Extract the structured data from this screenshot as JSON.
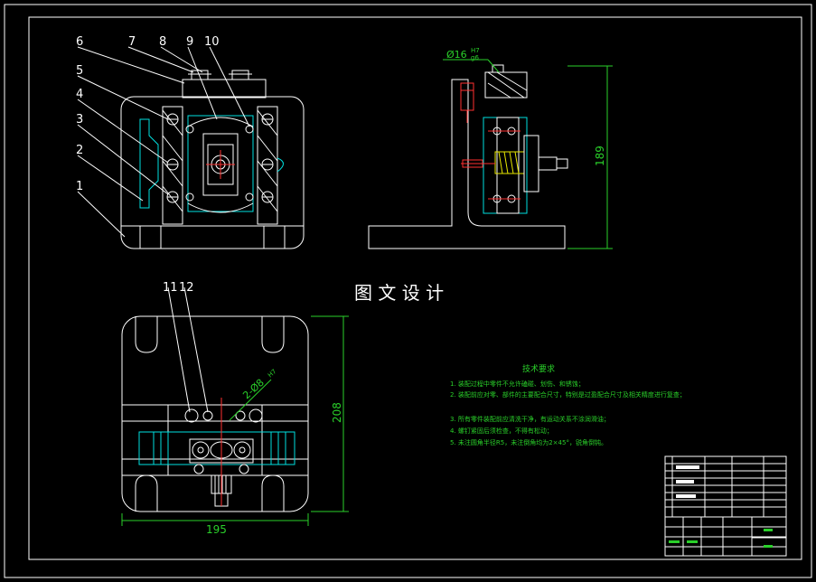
{
  "title_overlay": "图 文 设 计",
  "part_labels": {
    "p1": "1",
    "p2": "2",
    "p3": "3",
    "p4": "4",
    "p5": "5",
    "p6": "6",
    "p7": "7",
    "p8": "8",
    "p9": "9",
    "p10": "10",
    "p11": "11",
    "p12": "12"
  },
  "dimensions": {
    "side_height": "189",
    "side_bore": "Ø16",
    "side_bore_fit_top": "H7",
    "side_bore_fit_bottom": "g6",
    "plan_height": "208",
    "plan_width": "195",
    "plan_holes": "2-Ø8",
    "plan_holes_fit": "H7"
  },
  "tech_requirements": {
    "heading": "技术要求",
    "items": [
      "1. 装配过程中零件不允许磕碰、划伤、和锈蚀；",
      "2. 装配前应对零、部件的主要配合尺寸，特别是过盈配合尺寸及相关精度进行复查；",
      "3. 所有零件装配前应清洗干净，有运动关系不涂润滑油；",
      "4. 螺钉紧固后须检查，不得有松动；",
      "5. 未注圆角半径R5，未注倒角均为2×45°，锐角倒钝。"
    ]
  },
  "colors": {
    "outline": "#ffffff",
    "hidden_parts": "#00e0e0",
    "dimension": "#2ad02a",
    "center": "#ff3030",
    "spring": "#e6e600",
    "background": "#000000"
  }
}
